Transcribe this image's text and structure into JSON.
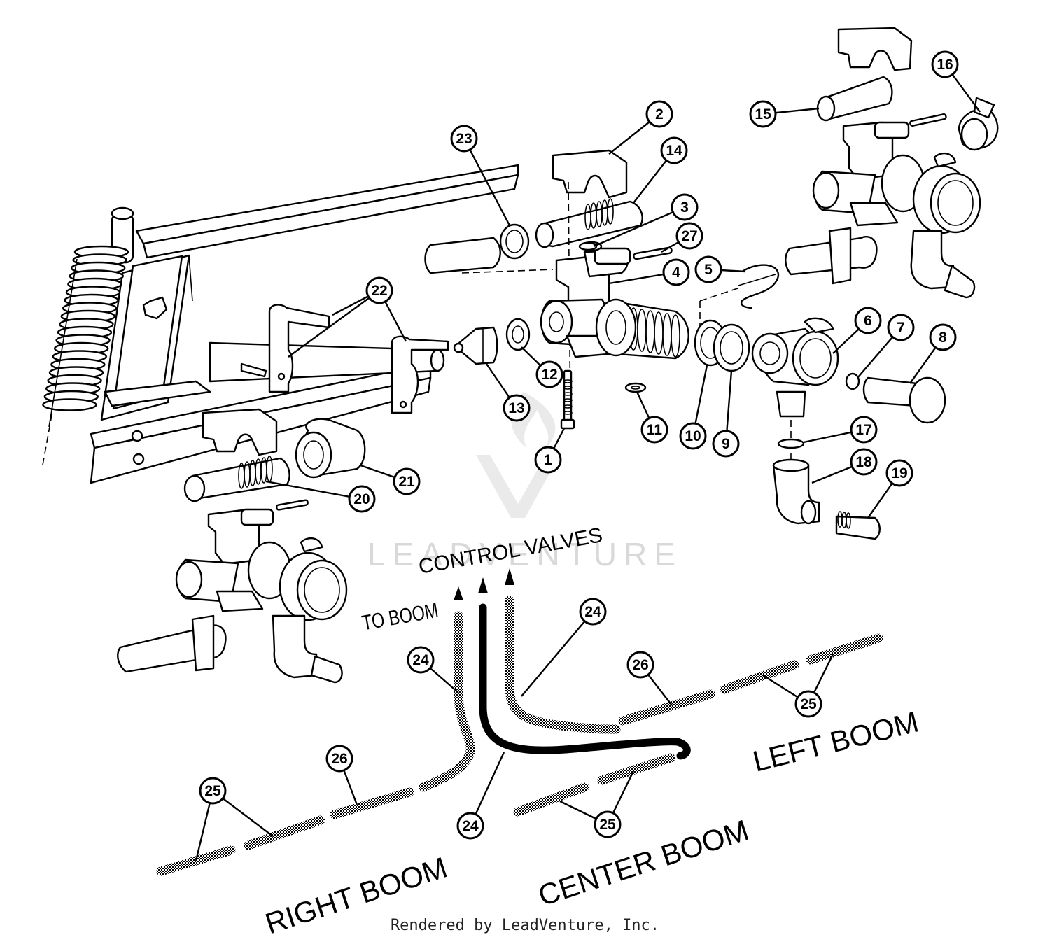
{
  "diagram": {
    "callouts": [
      "1",
      "2",
      "3",
      "4",
      "5",
      "6",
      "7",
      "8",
      "9",
      "10",
      "11",
      "12",
      "13",
      "14",
      "15",
      "16",
      "17",
      "18",
      "19",
      "20",
      "21",
      "22",
      "23",
      "24",
      "25",
      "26",
      "27"
    ],
    "labels": {
      "to_boom_line1": "TO BOOM",
      "to_boom_line2": "CONTROL VALVES",
      "right_boom": "RIGHT BOOM",
      "center_boom": "CENTER BOOM",
      "left_boom": "LEFT BOOM"
    },
    "watermark": "LEADVENTURE",
    "credit": "Rendered by LeadVenture, Inc.",
    "colors": {
      "line": "#000000",
      "background": "#ffffff",
      "watermark": "#d9d9d9"
    }
  }
}
